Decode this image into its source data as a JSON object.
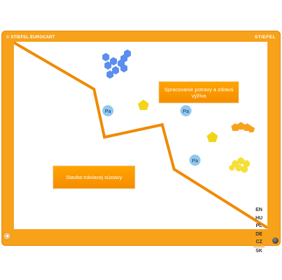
{
  "header": {
    "brand": "© STIEFEL EUROCART",
    "logo": "STIEFEL"
  },
  "labels": {
    "food_processing": "Spracovanie potravy a zdravá výživa",
    "digestive_structure": "Stavba tráviacej sústavy"
  },
  "molecules": {
    "pa_label": "Pa"
  },
  "languages": [
    "EN",
    "HU",
    "PL",
    "DE",
    "CZ",
    "SK"
  ],
  "active_language": "SK",
  "colors": {
    "frame": "#f7a21a",
    "path": "#f08a00",
    "hexagon_blue": "#5b8ef0",
    "pentagon_yellow": "#f2d51a",
    "orange_cluster": "#f7a21a",
    "yellow_cluster": "#f6df36",
    "pa_circle": "#8fc8f2"
  },
  "icons": {
    "back": "left-arrow-icon",
    "menu": "dot-icon"
  }
}
